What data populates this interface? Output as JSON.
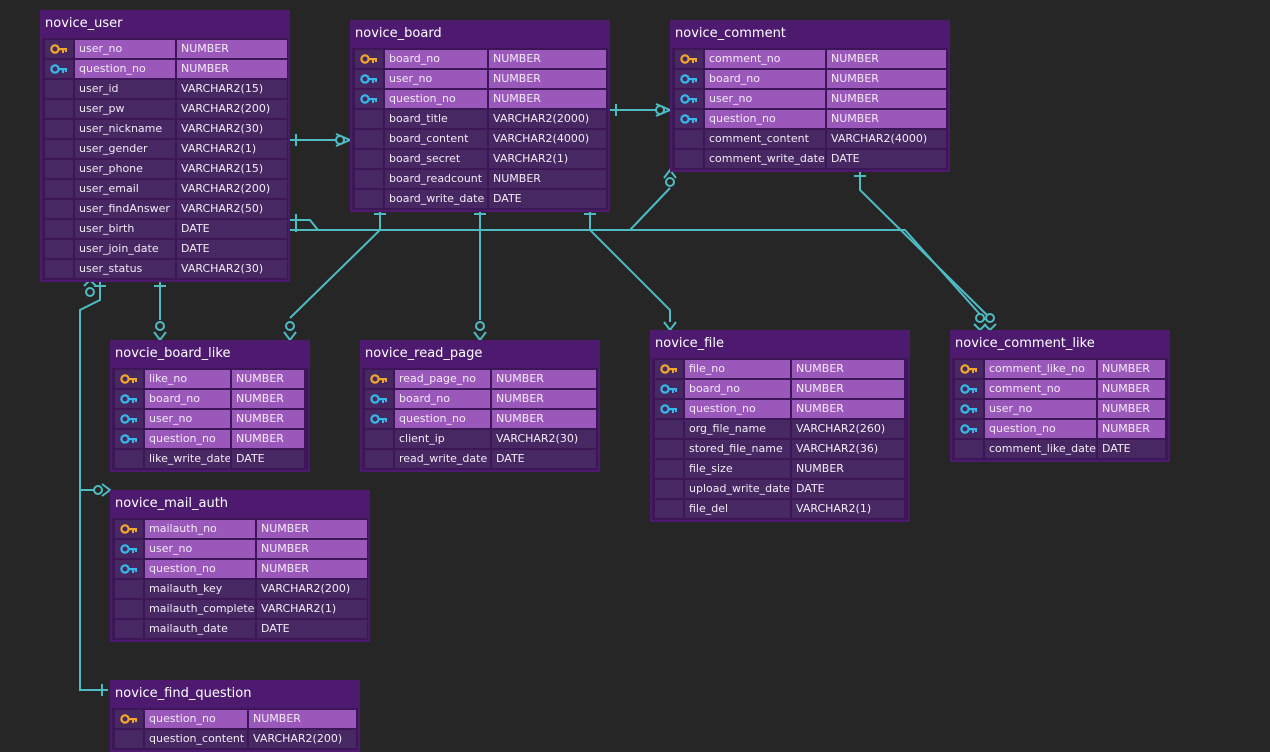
{
  "colors": {
    "background": "#262626",
    "table_bg": "#3d1658",
    "title_bar": "#4e1a70",
    "key_row": "#9b58bb",
    "plain_row": "#472863",
    "primary_key_icon": "#f0a82b",
    "foreign_key_icon": "#35b9e6",
    "connector": "#4fbcc4"
  },
  "tables": [
    {
      "id": "novice_user",
      "title": "novice_user",
      "columns": [
        {
          "name": "user_no",
          "type": "NUMBER",
          "key": "pk"
        },
        {
          "name": "question_no",
          "type": "NUMBER",
          "key": "fk"
        },
        {
          "name": "user_id",
          "type": "VARCHAR2(15)",
          "key": ""
        },
        {
          "name": "user_pw",
          "type": "VARCHAR2(200)",
          "key": ""
        },
        {
          "name": "user_nickname",
          "type": "VARCHAR2(30)",
          "key": ""
        },
        {
          "name": "user_gender",
          "type": "VARCHAR2(1)",
          "key": ""
        },
        {
          "name": "user_phone",
          "type": "VARCHAR2(15)",
          "key": ""
        },
        {
          "name": "user_email",
          "type": "VARCHAR2(200)",
          "key": ""
        },
        {
          "name": "user_findAnswer",
          "type": "VARCHAR2(50)",
          "key": ""
        },
        {
          "name": "user_birth",
          "type": "DATE",
          "key": ""
        },
        {
          "name": "user_join_date",
          "type": "DATE",
          "key": ""
        },
        {
          "name": "user_status",
          "type": "VARCHAR2(30)",
          "key": ""
        }
      ]
    },
    {
      "id": "novice_board",
      "title": "novice_board",
      "columns": [
        {
          "name": "board_no",
          "type": "NUMBER",
          "key": "pk"
        },
        {
          "name": "user_no",
          "type": "NUMBER",
          "key": "fk"
        },
        {
          "name": "question_no",
          "type": "NUMBER",
          "key": "fk"
        },
        {
          "name": "board_title",
          "type": "VARCHAR2(2000)",
          "key": ""
        },
        {
          "name": "board_content",
          "type": "VARCHAR2(4000)",
          "key": ""
        },
        {
          "name": "board_secret",
          "type": "VARCHAR2(1)",
          "key": ""
        },
        {
          "name": "board_readcount",
          "type": "NUMBER",
          "key": ""
        },
        {
          "name": "board_write_date",
          "type": "DATE",
          "key": ""
        }
      ]
    },
    {
      "id": "novice_comment",
      "title": "novice_comment",
      "columns": [
        {
          "name": "comment_no",
          "type": "NUMBER",
          "key": "pk"
        },
        {
          "name": "board_no",
          "type": "NUMBER",
          "key": "fk"
        },
        {
          "name": "user_no",
          "type": "NUMBER",
          "key": "fk"
        },
        {
          "name": "question_no",
          "type": "NUMBER",
          "key": "fk"
        },
        {
          "name": "comment_content",
          "type": "VARCHAR2(4000)",
          "key": ""
        },
        {
          "name": "comment_write_date",
          "type": "DATE",
          "key": ""
        }
      ]
    },
    {
      "id": "novcie_board_like",
      "title": "novcie_board_like",
      "columns": [
        {
          "name": "like_no",
          "type": "NUMBER",
          "key": "pk"
        },
        {
          "name": "board_no",
          "type": "NUMBER",
          "key": "fk"
        },
        {
          "name": "user_no",
          "type": "NUMBER",
          "key": "fk"
        },
        {
          "name": "question_no",
          "type": "NUMBER",
          "key": "fk"
        },
        {
          "name": "like_write_date",
          "type": "DATE",
          "key": ""
        }
      ]
    },
    {
      "id": "novice_read_page",
      "title": "novice_read_page",
      "columns": [
        {
          "name": "read_page_no",
          "type": "NUMBER",
          "key": "pk"
        },
        {
          "name": "board_no",
          "type": "NUMBER",
          "key": "fk"
        },
        {
          "name": "question_no",
          "type": "NUMBER",
          "key": "fk"
        },
        {
          "name": "client_ip",
          "type": "VARCHAR2(30)",
          "key": ""
        },
        {
          "name": "read_write_date",
          "type": "DATE",
          "key": ""
        }
      ]
    },
    {
      "id": "novice_file",
      "title": "novice_file",
      "columns": [
        {
          "name": "file_no",
          "type": "NUMBER",
          "key": "pk"
        },
        {
          "name": "board_no",
          "type": "NUMBER",
          "key": "fk"
        },
        {
          "name": "question_no",
          "type": "NUMBER",
          "key": "fk"
        },
        {
          "name": "org_file_name",
          "type": "VARCHAR2(260)",
          "key": ""
        },
        {
          "name": "stored_file_name",
          "type": "VARCHAR2(36)",
          "key": ""
        },
        {
          "name": "file_size",
          "type": "NUMBER",
          "key": ""
        },
        {
          "name": "upload_write_date",
          "type": "DATE",
          "key": ""
        },
        {
          "name": "file_del",
          "type": "VARCHAR2(1)",
          "key": ""
        }
      ]
    },
    {
      "id": "novice_comment_like",
      "title": "novice_comment_like",
      "columns": [
        {
          "name": "comment_like_no",
          "type": "NUMBER",
          "key": "pk"
        },
        {
          "name": "comment_no",
          "type": "NUMBER",
          "key": "fk"
        },
        {
          "name": "user_no",
          "type": "NUMBER",
          "key": "fk"
        },
        {
          "name": "question_no",
          "type": "NUMBER",
          "key": "fk"
        },
        {
          "name": "comment_like_date",
          "type": "DATE",
          "key": ""
        }
      ]
    },
    {
      "id": "novice_mail_auth",
      "title": "novice_mail_auth",
      "columns": [
        {
          "name": "mailauth_no",
          "type": "NUMBER",
          "key": "pk"
        },
        {
          "name": "user_no",
          "type": "NUMBER",
          "key": "fk"
        },
        {
          "name": "question_no",
          "type": "NUMBER",
          "key": "fk"
        },
        {
          "name": "mailauth_key",
          "type": "VARCHAR2(200)",
          "key": ""
        },
        {
          "name": "mailauth_complete",
          "type": "VARCHAR2(1)",
          "key": ""
        },
        {
          "name": "mailauth_date",
          "type": "DATE",
          "key": ""
        }
      ]
    },
    {
      "id": "novice_find_question",
      "title": "novice_find_question",
      "columns": [
        {
          "name": "question_no",
          "type": "NUMBER",
          "key": "pk"
        },
        {
          "name": "question_content",
          "type": "VARCHAR2(200)",
          "key": ""
        }
      ]
    }
  ]
}
